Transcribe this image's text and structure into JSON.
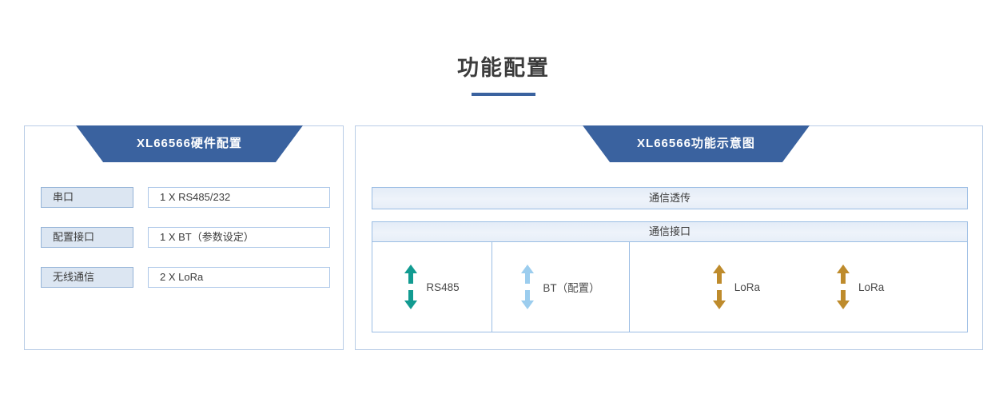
{
  "page": {
    "title": "功能配置"
  },
  "hardware_panel": {
    "banner": "XL66566硬件配置",
    "rows": [
      {
        "label": "串口",
        "value": "1 X RS485/232"
      },
      {
        "label": "配置接口",
        "value": "1 X BT（参数设定）"
      },
      {
        "label": "无线通信",
        "value": "2 X LoRa"
      }
    ]
  },
  "diagram_panel": {
    "banner": "XL66566功能示意图",
    "transparent_bar": "通信透传",
    "interface_bar": "通信接口",
    "ports": [
      {
        "label": "RS485",
        "color": "#129b91"
      },
      {
        "label": "BT（配置）",
        "color": "#9ccdee"
      },
      {
        "label": "LoRa",
        "color": "#be8b2c"
      },
      {
        "label": "LoRa",
        "color": "#be8b2c"
      }
    ]
  },
  "colors": {
    "banner_blue": "#3a629f",
    "panel_border": "#b9cde6",
    "label_fill": "#dce6f2",
    "label_border": "#94b3d7",
    "value_border": "#acc7e8",
    "bar_border": "#9bbde4",
    "title_text": "#3c3c3c"
  }
}
